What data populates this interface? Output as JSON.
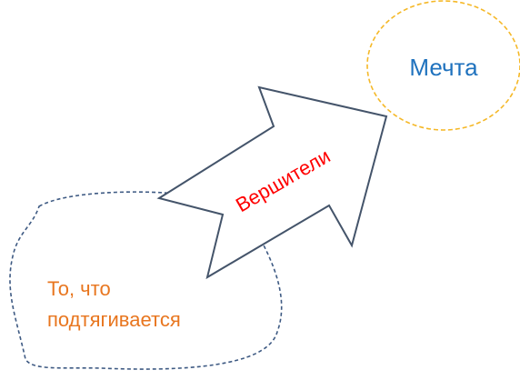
{
  "dream": {
    "label": "Мечта",
    "color": "#1F72BE",
    "border_color": "#F5B827"
  },
  "arrow": {
    "label": "Вершители",
    "label_color": "#FF0000",
    "outline_color": "#44546A"
  },
  "pulled_area": {
    "line1": "То, что",
    "line2": "подтягивается",
    "color": "#E8761F",
    "border_color": "#3E5A83"
  }
}
